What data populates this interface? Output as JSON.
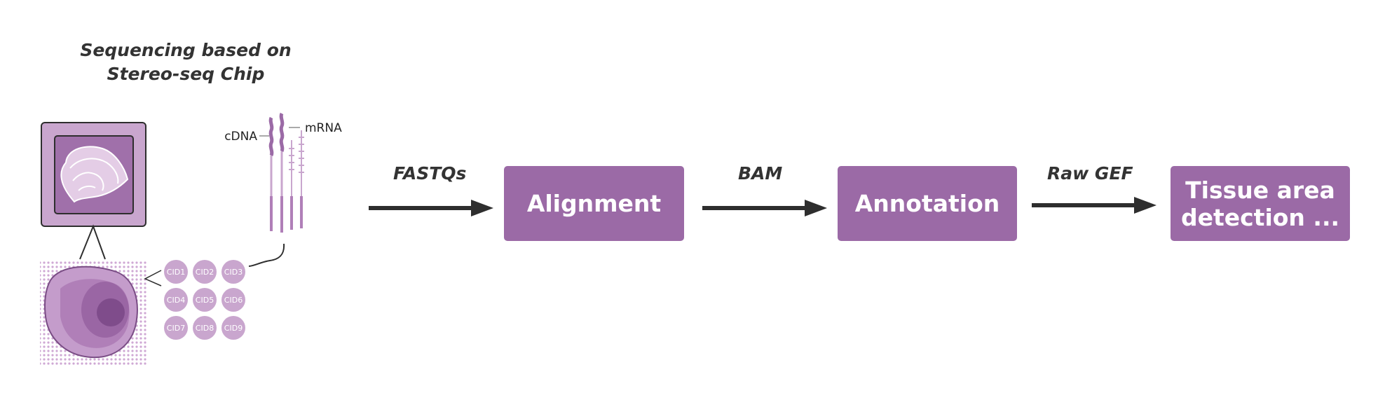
{
  "title": {
    "line1": "Sequencing based on",
    "line2": "Stereo-seq Chip"
  },
  "illustration": {
    "cdna_label": "cDNA",
    "mrna_label": "mRNA",
    "cids": [
      "CID1",
      "CID2",
      "CID3",
      "CID4",
      "CID5",
      "CID6",
      "CID7",
      "CID8",
      "CID9"
    ]
  },
  "pipeline": {
    "edges": [
      "FASTQs",
      "BAM",
      "Raw GEF"
    ],
    "steps": [
      {
        "line1": "Alignment",
        "line2": ""
      },
      {
        "line1": "Annotation",
        "line2": ""
      },
      {
        "line1": "Tissue area",
        "line2": "detection ..."
      }
    ]
  },
  "colors": {
    "box_purple": "#9b6aa6",
    "light_purple": "#c9a6ce",
    "dark_text": "#333333"
  }
}
